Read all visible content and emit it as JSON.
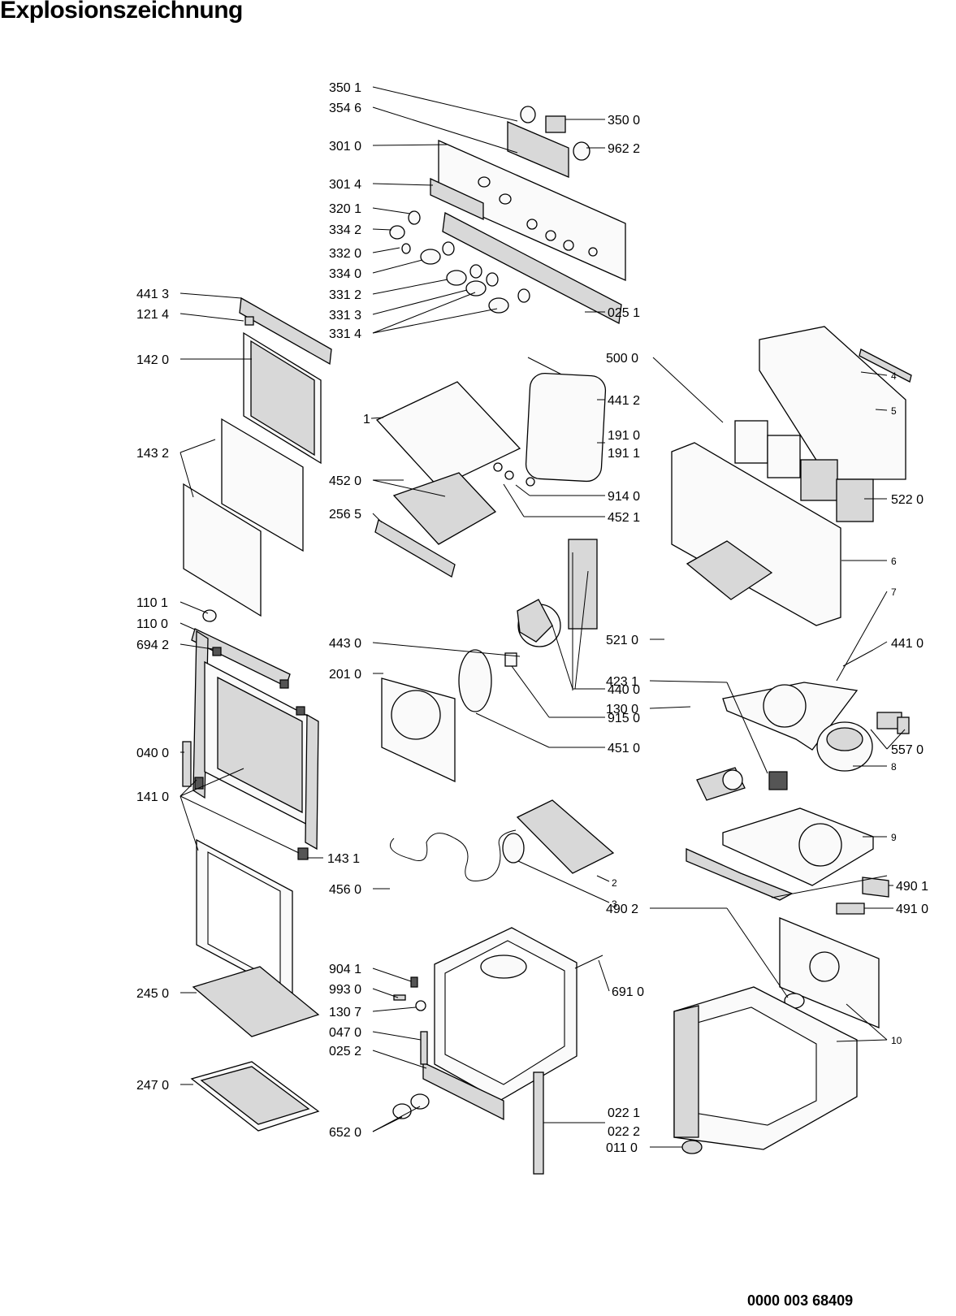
{
  "title": "Explosionszeichnung",
  "document_number": "0000 003 68409",
  "callouts": {
    "c3501": "350 1",
    "c3546": "354 6",
    "c3010": "301 0",
    "c3014": "301 4",
    "c3201": "320 1",
    "c3342": "334 2",
    "c3320": "332 0",
    "c3340": "334 0",
    "c3312": "331 2",
    "c3313": "331 3",
    "c3314": "331 4",
    "c3500": "350 0",
    "c9622": "962 2",
    "c0251": "025 1",
    "c4413": "441 3",
    "c1214": "121 4",
    "c1420": "142 0",
    "c1432": "143 2",
    "c1101": "110 1",
    "c1100": "110 0",
    "c6942": "694 2",
    "c0400": "040 0",
    "c1410": "141 0",
    "c1431": "143 1",
    "c2450": "245 0",
    "c2470": "247 0",
    "c1": "1",
    "c4412": "441 2",
    "c1910": "191 0",
    "c1911": "191 1",
    "c4520": "452 0",
    "c9140": "914 0",
    "c4521": "452 1",
    "c2565": "256 5",
    "c4430": "443 0",
    "c2010": "201 0",
    "c4400": "440 0",
    "c9150": "915 0",
    "c4510": "451 0",
    "c5000": "500 0",
    "c4": "4",
    "c5": "5",
    "c5220": "522 0",
    "c6": "6",
    "c5210": "521 0",
    "c7": "7",
    "c4410": "441 0",
    "c4231": "423 1",
    "c1300": "130 0",
    "c5570": "557 0",
    "c8": "8",
    "c9": "9",
    "c4901": "490 1",
    "c4910": "491 0",
    "c4902": "490 2",
    "c10": "10",
    "c0110": "011 0",
    "c4560": "456 0",
    "c2": "2",
    "c3": "3",
    "c9041": "904 1",
    "c9930": "993 0",
    "c6910": "691 0",
    "c1307": "130 7",
    "c0470": "047 0",
    "c0252": "025 2",
    "c6520": "652 0",
    "c0221": "022 1",
    "c0222": "022 2"
  }
}
